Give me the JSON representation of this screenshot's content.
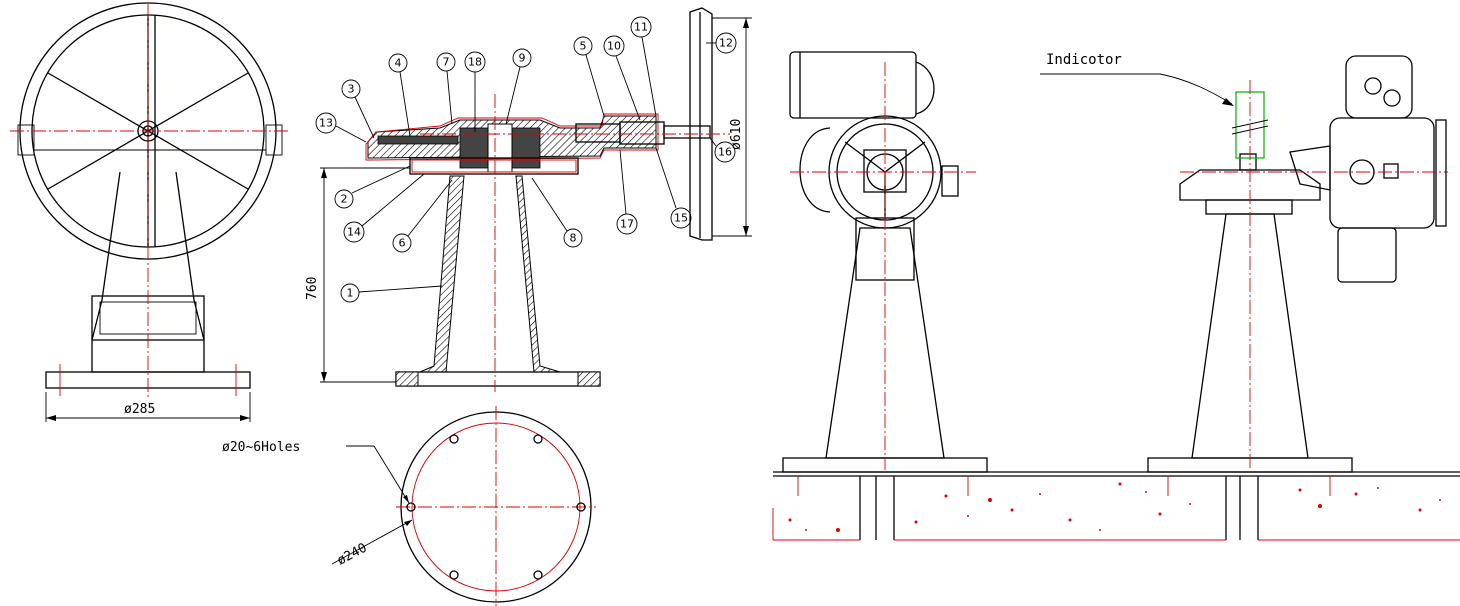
{
  "dimensions": {
    "base_diameter": "ø285",
    "height": "760",
    "handwheel_diameter": "ø610",
    "holes": "ø20~6Holes",
    "bolt_circle": "ø240"
  },
  "callouts": [
    "1",
    "2",
    "3",
    "4",
    "5",
    "6",
    "7",
    "8",
    "9",
    "10",
    "11",
    "12",
    "13",
    "14",
    "15",
    "16",
    "17",
    "18"
  ],
  "indicator_label": "Indicotor",
  "colors": {
    "lines": "#000000",
    "centerlines": "#e00000",
    "indicator": "#00b000"
  }
}
